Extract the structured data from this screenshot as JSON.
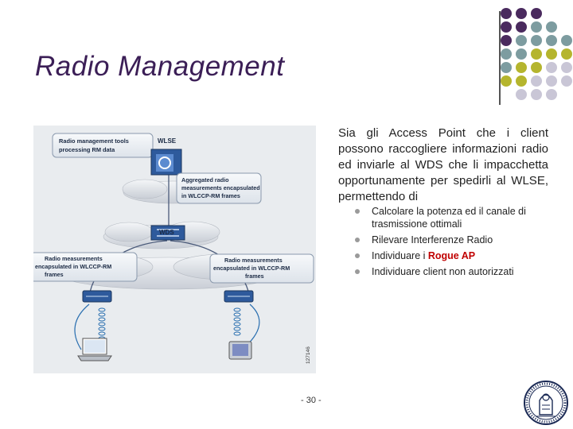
{
  "slide": {
    "title": "Radio Management",
    "paragraph": "Sia gli Access Point che i client possono raccogliere informazioni radio ed inviarle al WDS che li impacchetta opportunamente per spedirli al WLSE, permettendo di",
    "bullets": [
      {
        "text": "Calcolare la potenza ed il canale di trasmissione ottimali"
      },
      {
        "text": "Rilevare Interferenze Radio"
      },
      {
        "prefix": "Individuare i ",
        "highlight": "Rogue AP"
      },
      {
        "text": "Individuare client non autorizzati"
      }
    ],
    "page_number": "- 30 -",
    "colors": {
      "title": "#3b1e56",
      "highlight": "#c00000",
      "purple": "#4a2a5e",
      "teal": "#7d9ca0",
      "olive": "#b5b52e",
      "lavender": "#c9c6d6"
    }
  },
  "diagram": {
    "box_rm_tools": [
      "Radio management tools",
      "processing RM data"
    ],
    "wlse_label": "WLSE",
    "box_aggregated": [
      "Aggregated radio",
      "measurements encapsulated",
      "in WLCCP-RM frames"
    ],
    "wds_label": "WDS",
    "box_left": [
      "Radio measurements",
      "encapsulated in WLCCP-RM",
      "frames"
    ],
    "box_right": [
      "Radio measurements",
      "encapsulated in WLCCP-RM",
      "frames"
    ],
    "figure_id": "127146"
  }
}
